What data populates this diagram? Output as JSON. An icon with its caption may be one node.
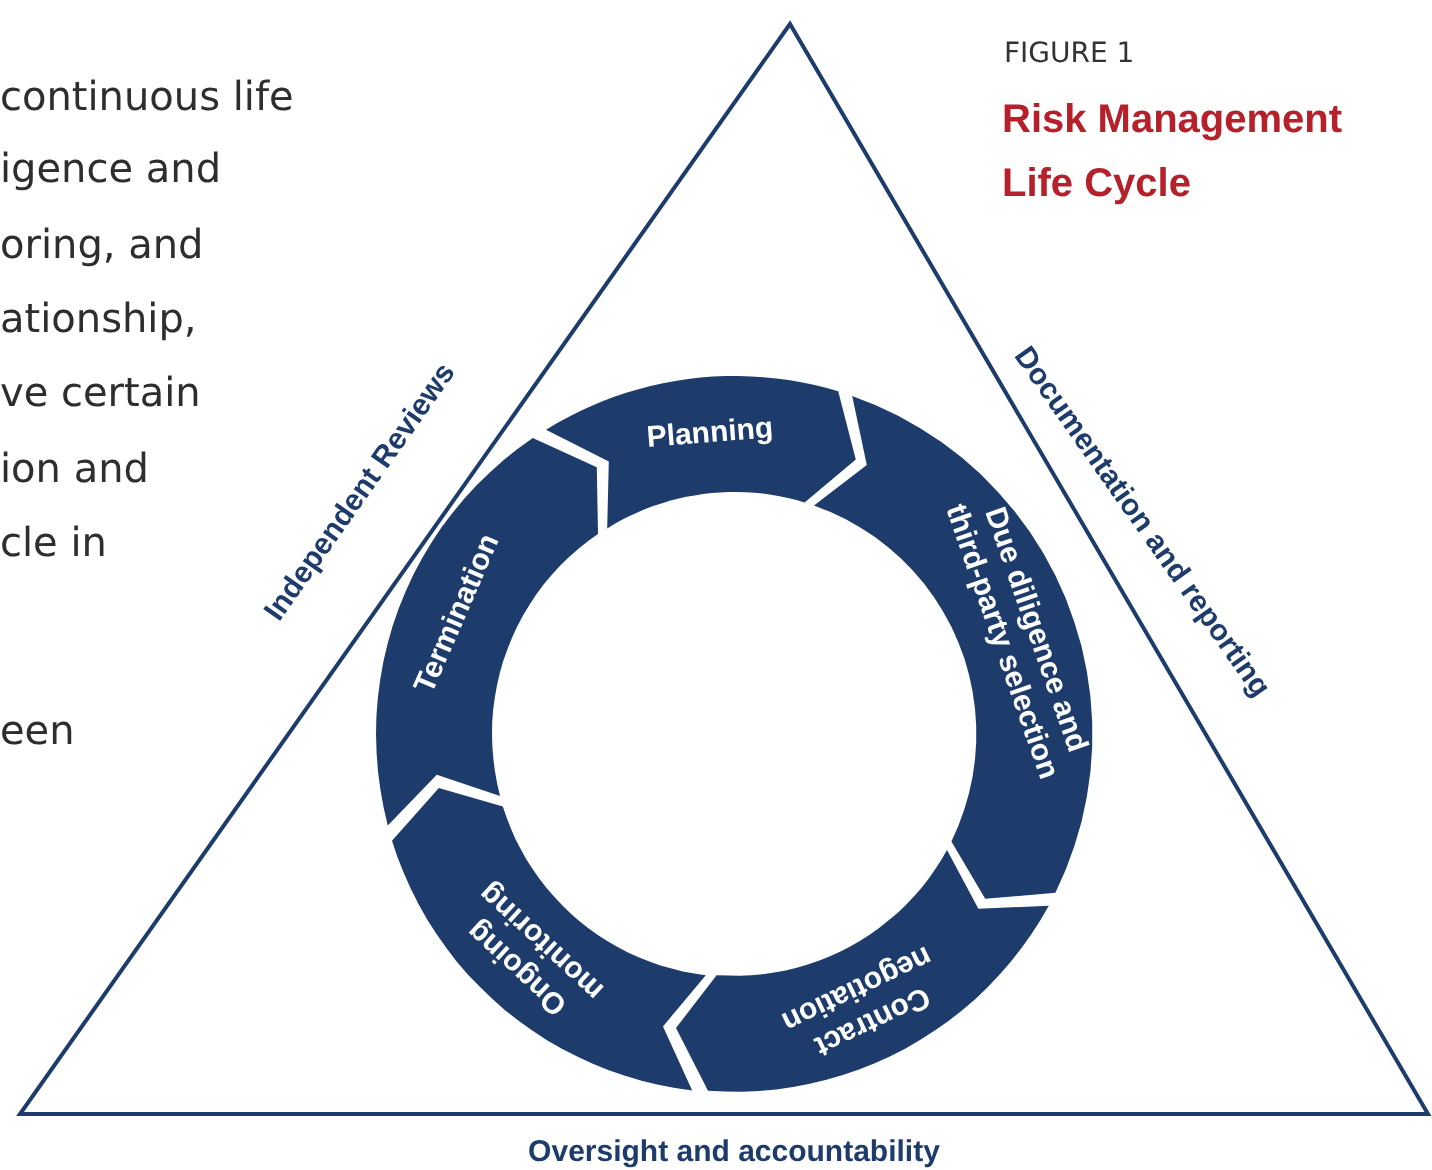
{
  "diagram": {
    "title": "Risk Management Life Cycle",
    "nodes": [
      {
        "text": [
          "Independent Reviews",
          "Documentation and reporting",
          "Oversight and accountability"
        ]
      },
      {
        "text": [
          "Planning"
        ],
        "in": 0
      },
      {
        "text": [
          "Due diligence and third-party selection"
        ],
        "in": 0
      },
      {
        "text": [
          "Contract negotiation"
        ],
        "in": 0
      },
      {
        "text": [
          "Ongoing monitoring"
        ],
        "in": 0
      },
      {
        "text": [
          "Termination"
        ],
        "in": 0
      }
    ],
    "labels": [
      "continuous life",
      "igence and",
      "oring, and",
      "ationship,",
      "ve certain",
      "ion and",
      "cle in",
      "een",
      "FIGURE 1"
    ]
  }
}
